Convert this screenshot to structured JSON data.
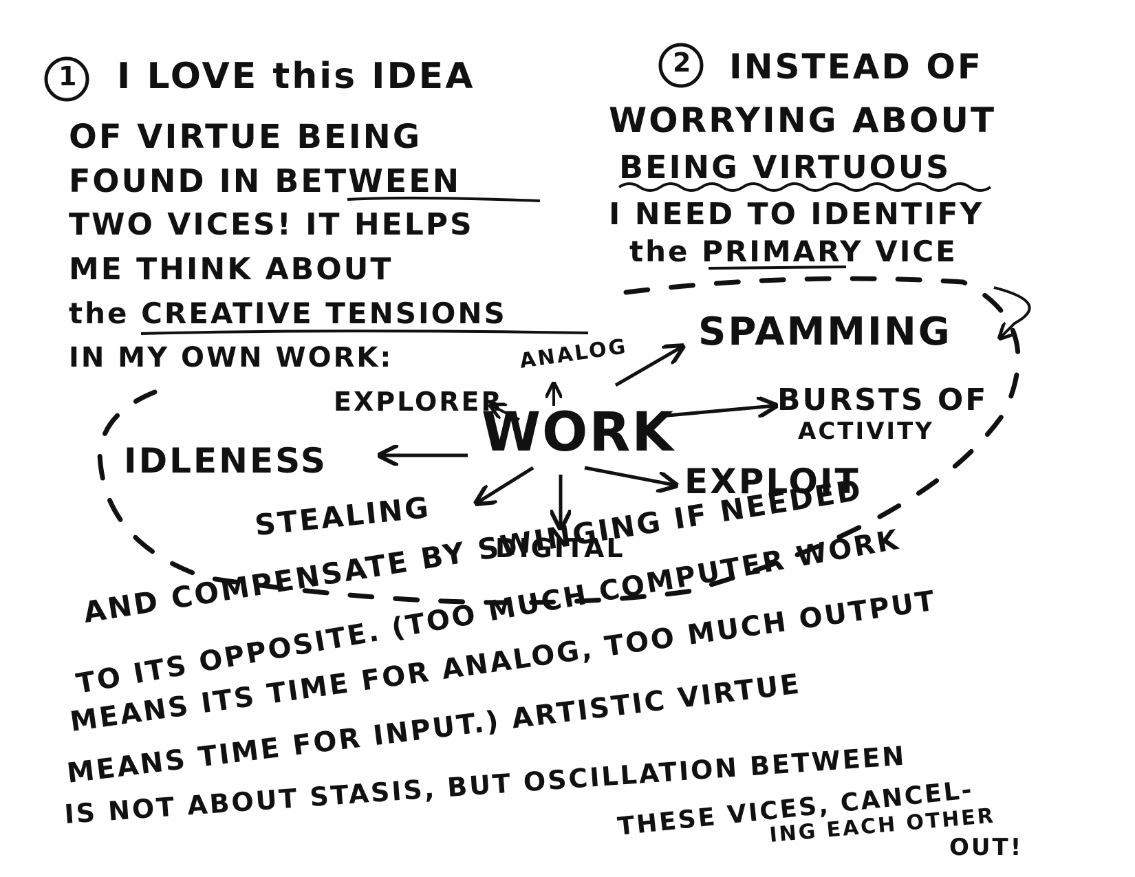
{
  "note_left": {
    "number": "1",
    "lines": [
      "I LOVE this IDEA",
      "OF VIRTUE BEING",
      "FOUND IN BETWEEN",
      "TWO VICES! IT HELPS",
      "ME THINK ABOUT",
      "the CREATIVE TENSIONS",
      "IN MY OWN WORK:"
    ]
  },
  "note_right": {
    "number": "2",
    "lines": [
      "INSTEAD OF",
      "WORRYING ABOUT",
      "BEING VIRTUOUS",
      "I NEED TO IDENTIFY",
      "the PRIMARY VICE"
    ]
  },
  "diagram": {
    "center": "WORK",
    "analog": "ANALOG",
    "explorer": "EXPLORER",
    "spamming": "SPAMMING",
    "bursts_line1": "BURSTS OF",
    "bursts_line2": "ACTIVITY",
    "idleness": "IDLENESS",
    "exploit": "EXPLOIT",
    "stealing": "STEALING",
    "digital": "DIGITAL"
  },
  "note_bottom": {
    "lines": [
      "AND COMPENSATE BY SWINGING IF NEEDED",
      "TO ITS OPPOSITE. (TOO MUCH COMPUTER WORK",
      "MEANS ITS TIME FOR ANALOG, TOO MUCH OUTPUT",
      "MEANS TIME FOR INPUT.) ARTISTIC VIRTUE",
      "IS NOT ABOUT STASIS, BUT OSCILLATION BETWEEN",
      "THESE VICES, CANCEL-",
      "ING EACH OTHER",
      "OUT!"
    ]
  }
}
